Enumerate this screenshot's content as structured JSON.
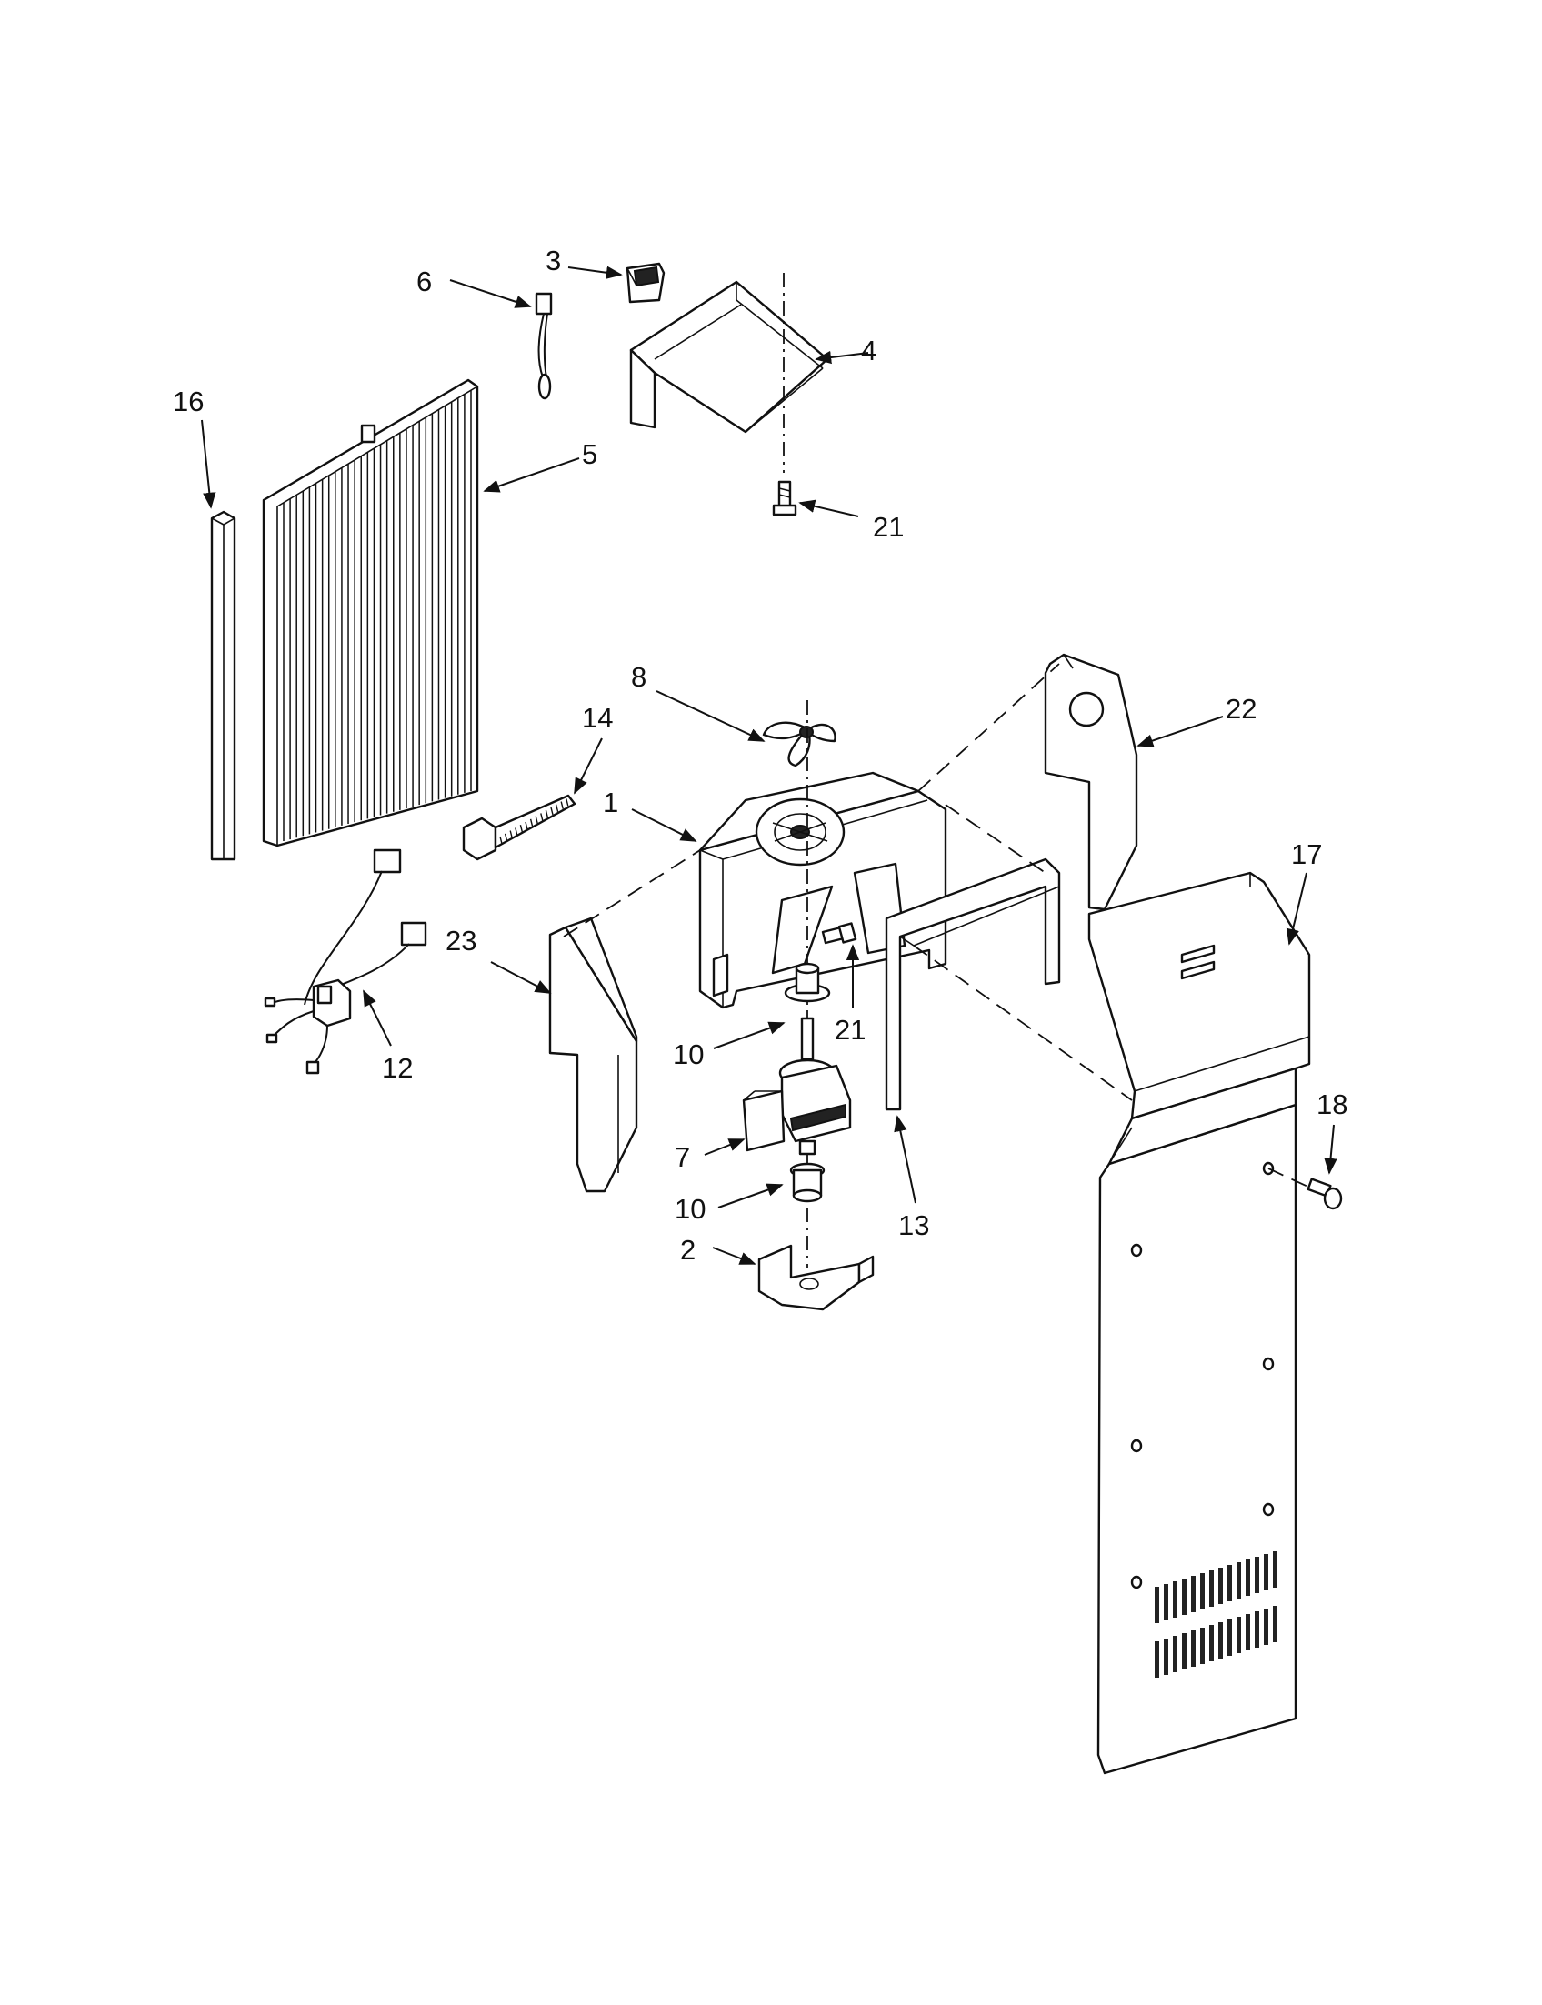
{
  "callouts": [
    "1",
    "2",
    "3",
    "4",
    "5",
    "6",
    "7",
    "8",
    "10",
    "10",
    "12",
    "13",
    "14",
    "16",
    "17",
    "18",
    "21",
    "21",
    "22",
    "23"
  ]
}
